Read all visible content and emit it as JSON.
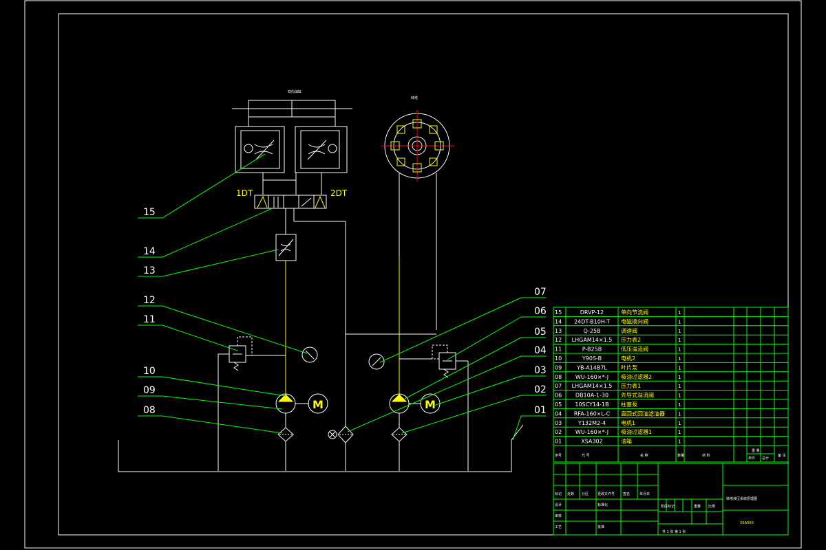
{
  "labels": {
    "cylinder_title": "双向油缸",
    "motor_title": "转塔",
    "solenoid_left": "1DT",
    "solenoid_right": "2DT",
    "motor_letter": "M"
  },
  "leaders": [
    "15",
    "14",
    "13",
    "12",
    "11",
    "10",
    "09",
    "08",
    "07",
    "06",
    "05",
    "04",
    "03",
    "02",
    "01"
  ],
  "bom": {
    "rows": [
      {
        "no": "15",
        "code": "DRVP-12",
        "name": "单向节流阀",
        "qty": "1"
      },
      {
        "no": "14",
        "code": "24DT-B10H-T",
        "name": "电磁换向阀",
        "qty": "1"
      },
      {
        "no": "13",
        "code": "Q-25B",
        "name": "调速阀",
        "qty": "1"
      },
      {
        "no": "12",
        "code": "LHGAM14×1.5",
        "name": "压力表2",
        "qty": "1"
      },
      {
        "no": "11",
        "code": "P-B25B",
        "name": "低压溢流阀",
        "qty": "1"
      },
      {
        "no": "10",
        "code": "Y90S-B",
        "name": "电机2",
        "qty": "1"
      },
      {
        "no": "09",
        "code": "YB-A14B7L",
        "name": "叶片泵",
        "qty": "1"
      },
      {
        "no": "08",
        "code": "WU-160×*-J",
        "name": "吸油过滤器2",
        "qty": "1"
      },
      {
        "no": "07",
        "code": "LHGAM14×1.5",
        "name": "压力表1",
        "qty": "1"
      },
      {
        "no": "06",
        "code": "DB10A-1-30",
        "name": "先导式溢流阀",
        "qty": "1"
      },
      {
        "no": "05",
        "code": "10SCY14-1B",
        "name": "柱塞泵",
        "qty": "1"
      },
      {
        "no": "04",
        "code": "RFA-160×L-C",
        "name": "直回式回油滤油器",
        "qty": "1"
      },
      {
        "no": "03",
        "code": "Y132M2-4",
        "name": "电机1",
        "qty": "1"
      },
      {
        "no": "02",
        "code": "WU-160×*-J",
        "name": "吸油过滤器1",
        "qty": "1"
      },
      {
        "no": "01",
        "code": "XSA302",
        "name": "油箱",
        "qty": "1"
      }
    ],
    "header": [
      "序号",
      "代 号",
      "名 称",
      "数量",
      "材 料",
      "单件",
      "总计",
      "重 量",
      "备 注"
    ]
  },
  "title_block": {
    "drawing_title": "转塔液压系统原理图",
    "drawing_no": "XSA000",
    "sheet_info": "共 1 张  第 1 张",
    "roles": [
      "标记",
      "处数",
      "分区",
      "更改文件号",
      "签名",
      "年月日"
    ],
    "design": "设计",
    "standard": "标准化",
    "audit": "审核",
    "process": "工艺",
    "approve": "批准",
    "stage": "阶段标记",
    "weight": "重量",
    "scale": "比例"
  }
}
